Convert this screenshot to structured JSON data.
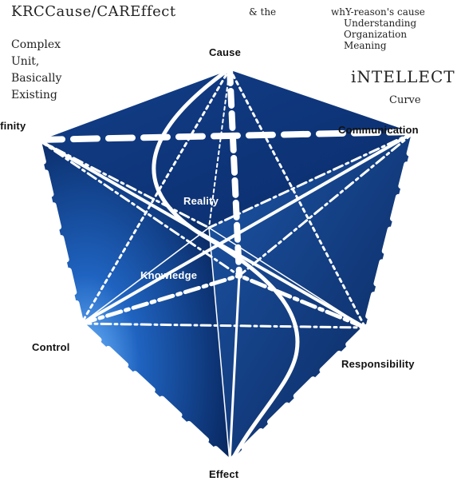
{
  "header": {
    "title": "KRCCause/CAREffect",
    "and_the": "& the",
    "why_reason": "whY-reason's cause",
    "understanding": "Understanding",
    "organization": "Organization",
    "meaning": "Meaning",
    "intellect": "iNTELLECT",
    "curve": "Curve"
  },
  "cube_acronym": {
    "complex": "Complex",
    "unit": "Unit,",
    "basically": "Basically",
    "existing": "Existing"
  },
  "vertices": {
    "cause": "Cause",
    "affinity": "Affinity",
    "communication": "Communication",
    "reality": "Reality",
    "knowledge": "Knowledge",
    "control": "Control",
    "responsibility": "Responsibility",
    "effect": "Effect"
  },
  "colors": {
    "cube_dark": "#0a2a66",
    "cube_mid": "#1f5fb0",
    "cube_light": "#5aa6ff",
    "line_white": "#ffffff"
  }
}
